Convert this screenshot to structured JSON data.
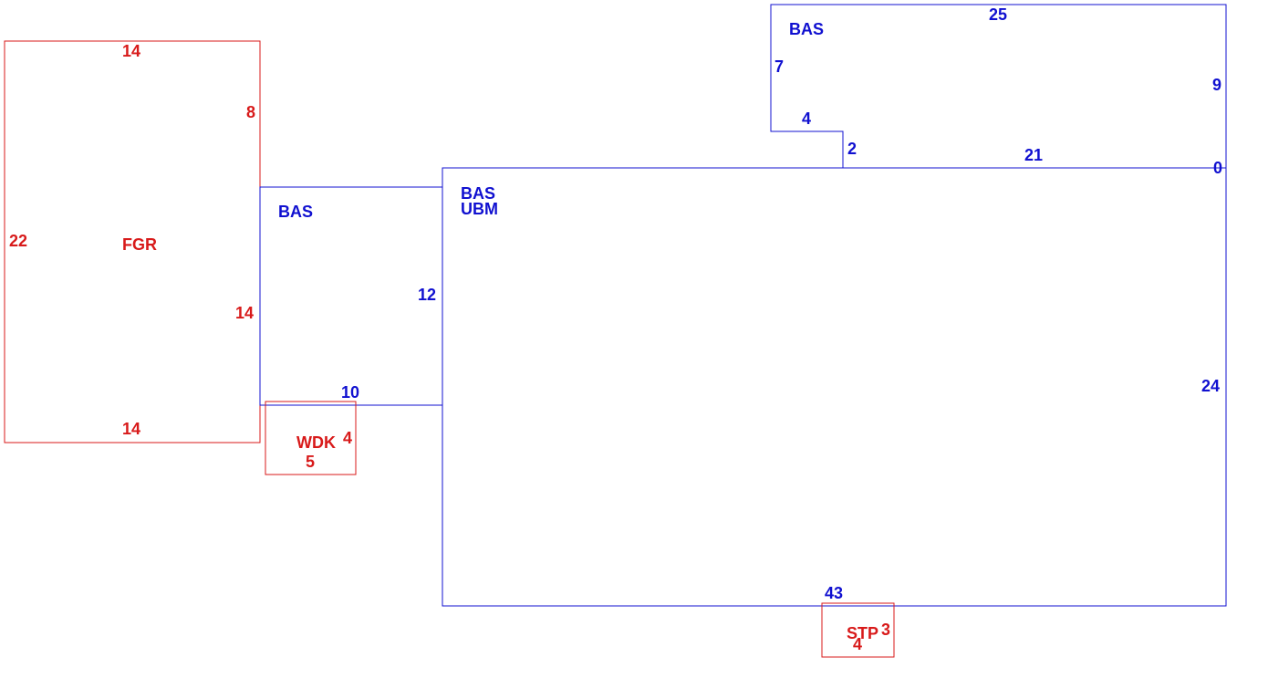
{
  "colors": {
    "living_area": "#1010d0",
    "other_area": "#d81a1a",
    "background": "#ffffff"
  },
  "areas": {
    "fgr": {
      "code": "FGR",
      "dims": {
        "top": "14",
        "right_upper": "8",
        "left": "22",
        "right_lower": "14",
        "bottom": "14"
      }
    },
    "bas_left": {
      "code": "BAS",
      "dims": {
        "right": "12",
        "bottom": "10"
      }
    },
    "bas_upper": {
      "code": "BAS",
      "dims": {
        "top": "25",
        "left": "7",
        "right": "9",
        "notch_width": "4",
        "notch_height": "2",
        "bottom": "21",
        "corner": "0"
      }
    },
    "bas_main": {
      "code": "BAS",
      "subcode": "UBM",
      "dims": {
        "right": "24",
        "bottom": "43"
      }
    },
    "wdk": {
      "code": "WDK",
      "dims": {
        "side": "4",
        "bottom": "5"
      }
    },
    "stp": {
      "code": "STP",
      "dims": {
        "side": "3",
        "bottom": "4"
      }
    }
  }
}
